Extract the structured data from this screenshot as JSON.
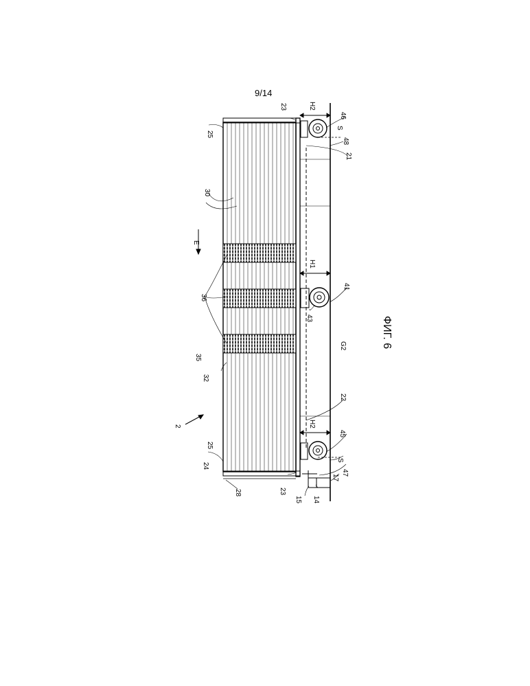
{
  "page_number": "9/14",
  "figure_caption": "ФИГ. 6",
  "labels": {
    "l2": "2",
    "l14": "14",
    "l15": "15",
    "l17": "17",
    "l21": "21",
    "l22": "22",
    "l23a": "23",
    "l23b": "23",
    "l24": "24",
    "l25a": "25",
    "l25b": "25",
    "l28": "28",
    "l30": "30",
    "l32": "32",
    "l35": "35",
    "l36": "36",
    "l41": "41",
    "l43": "43",
    "l45": "45",
    "l46": "46",
    "l47": "47",
    "l48": "48",
    "lE": "E",
    "lG2": "G2",
    "lH1": "H1",
    "lH2a": "H2",
    "lH2b": "H2",
    "lSa": "S",
    "lSb": "S"
  }
}
